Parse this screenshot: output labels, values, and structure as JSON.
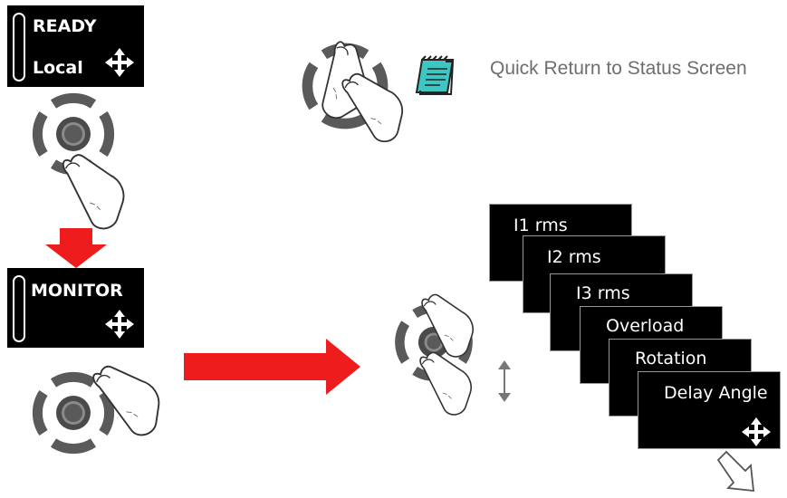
{
  "top_display": {
    "line1": "READY",
    "line2": "Local",
    "icon": "four-way-arrows-icon"
  },
  "monitor_display": {
    "line1": "MONITOR",
    "icon": "four-way-arrows-icon"
  },
  "quick_return": {
    "caption": "Quick Return to Status Screen",
    "icon": "notepad-icon"
  },
  "screens": [
    {
      "label": "I1 rms"
    },
    {
      "label": "I2 rms"
    },
    {
      "label": "I3 rms"
    },
    {
      "label": "Overload"
    },
    {
      "label": "Rotation"
    },
    {
      "label": "Delay Angle",
      "icon": "four-way-arrows-icon"
    }
  ],
  "colors": {
    "arrow_red": "#ee1c1c",
    "dial_gray": "#5a5a5a",
    "note_teal": "#3ec6c4"
  }
}
